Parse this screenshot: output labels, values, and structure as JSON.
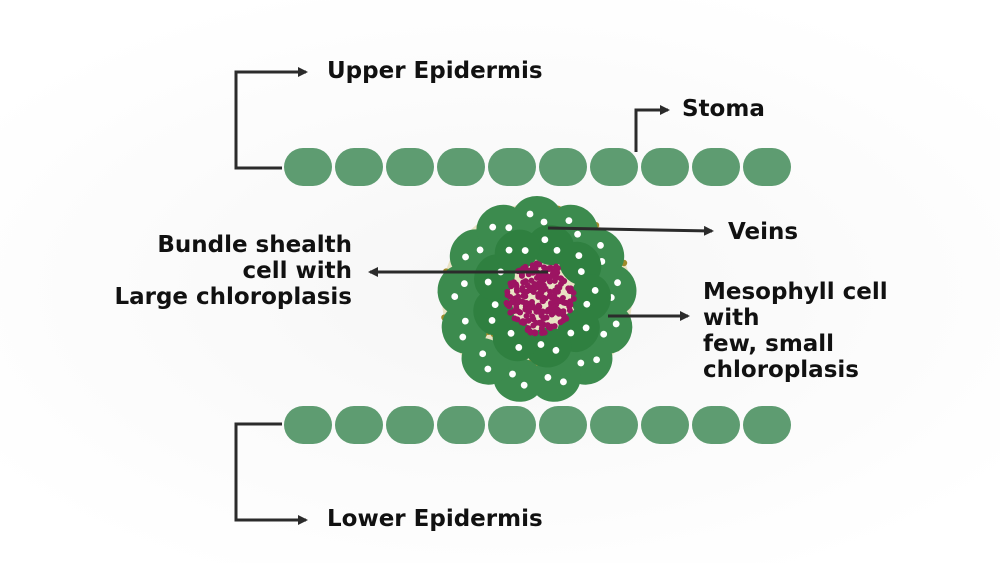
{
  "labels": {
    "upper_epidermis": "Upper Epidermis",
    "stoma": "Stoma",
    "veins": "Veins",
    "bundle_sheath": [
      "Bundle shealth",
      "cell with",
      "Large chloroplasis"
    ],
    "mesophyll": [
      "Mesophyll cell",
      "with",
      "few, small",
      "chloroplasis"
    ],
    "lower_epidermis": "Lower Epidermis"
  },
  "colors": {
    "epidermis_cell": "#5e9c71",
    "mesophyll_cell": "#3c8b4e",
    "bundle_sheath_cell": "#2f8040",
    "vein_dots": "#9c1462",
    "filler_dots": "#9f8b2a",
    "arrow": "#2b2b2b",
    "chloroplast": "#ffffff"
  }
}
